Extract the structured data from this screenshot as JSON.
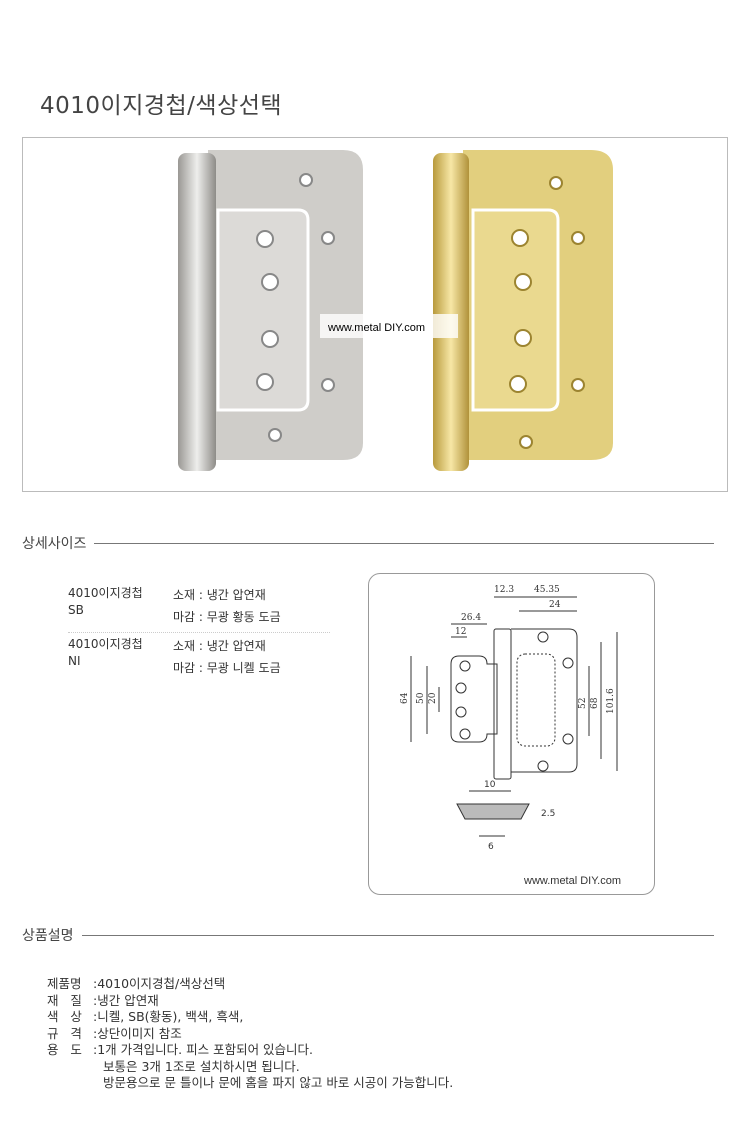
{
  "title": "4010이지경첩/색상선택",
  "watermark": "www.metal DIY.com",
  "sections": {
    "size": "상세사이즈",
    "desc": "상품설명"
  },
  "spec": [
    {
      "name": "4010이지경첩\nSB",
      "material": "소재 : 냉간 압연재",
      "finish": "마감 : 무광 황동 도금"
    },
    {
      "name": "4010이지경첩\nNI",
      "material": "소재 : 냉간 압연재",
      "finish": "마감 : 무광 니켈 도금"
    }
  ],
  "dimensions": {
    "d1": "12.3",
    "d2": "45.35",
    "d3": "24",
    "d4": "26.4",
    "d5": "12",
    "d6": "64",
    "d7": "50",
    "d8": "20",
    "d9": "52",
    "d10": "68",
    "d11": "101.6",
    "d12": "10",
    "d13": "2.5",
    "d14": "6"
  },
  "colors": {
    "nickel": "#c8c6c2",
    "brass": "#e2cf7e"
  },
  "description": [
    {
      "key": "제품명",
      "value": "4010이지경첩/색상선택"
    },
    {
      "key": "재   질",
      "value": "냉간 압연재"
    },
    {
      "key": "색   상",
      "value": "니켈, SB(황동), 백색, 흑색,"
    },
    {
      "key": "규   격",
      "value": "상단이미지 참조"
    },
    {
      "key": "용   도",
      "value": "1개 가격입니다. 피스 포함되어 있습니다."
    },
    {
      "key": "",
      "value": "보통은 3개 1조로 설치하시면 됩니다."
    },
    {
      "key": "",
      "value": "방문용으로 문 틀이나 문에 홈을 파지 않고 바로 시공이 가능합니다."
    }
  ]
}
